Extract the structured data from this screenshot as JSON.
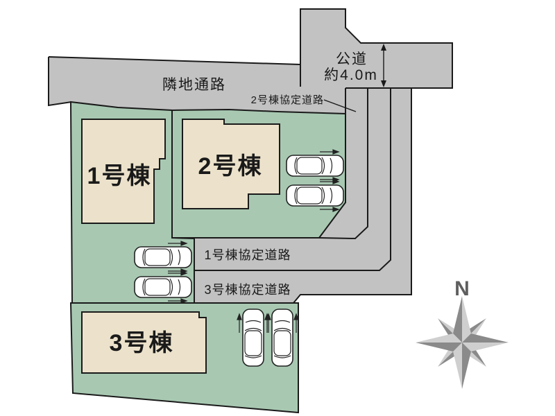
{
  "plan": {
    "type": "residential-site-plan",
    "labels": {
      "adjacent_passage": "隣地通路",
      "public_road": {
        "line1": "公道",
        "line2": "約4.0m"
      },
      "agreement_road_2": "2号棟協定道路",
      "agreement_road_1": "1号棟協定道路",
      "agreement_road_3": "3号棟協定道路"
    },
    "buildings": [
      {
        "id": 1,
        "label": "1号棟"
      },
      {
        "id": 2,
        "label": "2号棟"
      },
      {
        "id": 3,
        "label": "3号棟"
      }
    ],
    "compass": {
      "north": "N"
    },
    "parking": {
      "car_count": 6
    },
    "colors": {
      "road_gray": "#c2c2c2",
      "lot_green": "#a8c8b2",
      "building_beige": "#ece2cb",
      "outline_black": "#1a1a1a",
      "compass_dark": "#8a8a8a",
      "compass_light": "#cfcfcf"
    }
  }
}
